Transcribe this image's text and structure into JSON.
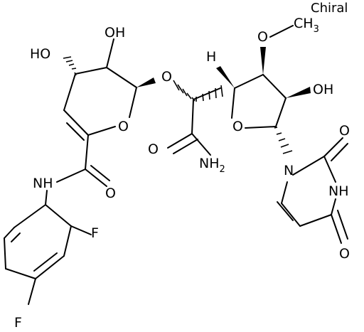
{
  "flag": "Chiral",
  "atoms": {
    "oh_pyran_top": "OH",
    "ho_pyran_left": "HO",
    "o_glycosidic": "O",
    "o_pyran_ring": "O",
    "o_amide_carbonyl": "O",
    "nh_anilide": "NH",
    "f_ortho": "F",
    "f_para": "F",
    "h_stereo": "H",
    "o_methoxy": "O",
    "ch3_methoxy": {
      "main": "CH",
      "sub": "3"
    },
    "oh_furan": "OH",
    "o_furan_ring": "O",
    "nh2_amide": {
      "main": "NH",
      "sub": "2"
    },
    "n_uracil_1": "N",
    "o_uracil_2": "O",
    "nh_uracil_3": "NH",
    "o_uracil_4": "O"
  }
}
